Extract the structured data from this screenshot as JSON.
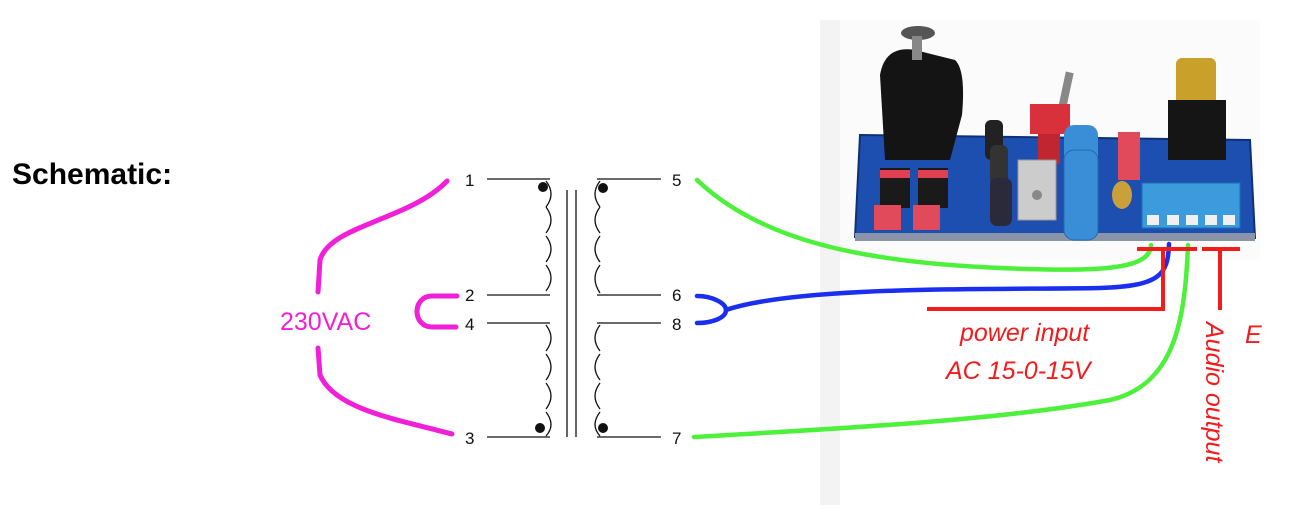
{
  "heading": "Schematic:",
  "primary_voltage_label": "230VAC",
  "pins": {
    "p1": "1",
    "p2": "2",
    "p3": "3",
    "p4": "4",
    "p5": "5",
    "p6": "6",
    "p7": "7",
    "p8": "8"
  },
  "annotations": {
    "power_input": "power input",
    "power_spec": "AC 15-0-15V",
    "audio_output": "Audio output",
    "cut_letter": "E"
  },
  "colors": {
    "magenta": "#f21fd8",
    "green": "#4df03a",
    "blue": "#1a2ef0",
    "red": "#f21c1c",
    "pcb": "#1d4fb0"
  }
}
